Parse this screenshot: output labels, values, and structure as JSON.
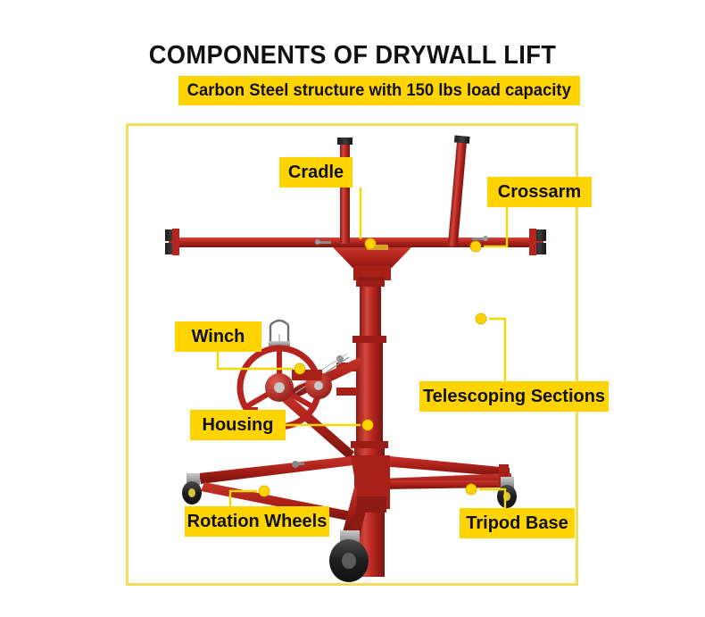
{
  "header": {
    "title": "COMPONENTS OF DRYWALL LIFT",
    "subtitle": "Carbon Steel structure with 150 lbs load capacity"
  },
  "colors": {
    "accent_yellow": "#FFD400",
    "frame_yellow": "#F2DD5A",
    "leader_yellow": "#F5D800",
    "machine_red": "#B5241E",
    "machine_red_light": "#CF4037",
    "machine_red_dark": "#8E1A15",
    "cap_black": "#2B2B2B",
    "text_black": "#111111",
    "background": "#FFFFFF"
  },
  "diagram": {
    "subject": "drywall-lift",
    "labels": [
      {
        "id": "cradle",
        "text": "Cradle",
        "dot": [
          415,
          273
        ]
      },
      {
        "id": "crossarm",
        "text": "Crossarm",
        "dot": [
          533,
          276
        ]
      },
      {
        "id": "winch",
        "text": "Winch",
        "dot": [
          336,
          413
        ]
      },
      {
        "id": "telescoping",
        "text": "Telescoping Sections",
        "dot": [
          539,
          357
        ]
      },
      {
        "id": "housing",
        "text": "Housing",
        "dot": [
          412,
          476
        ]
      },
      {
        "id": "rotation",
        "text": "Rotation Wheels",
        "dot": [
          296,
          550
        ]
      },
      {
        "id": "tripod",
        "text": "Tripod Base",
        "dot": [
          528,
          548
        ]
      }
    ]
  }
}
